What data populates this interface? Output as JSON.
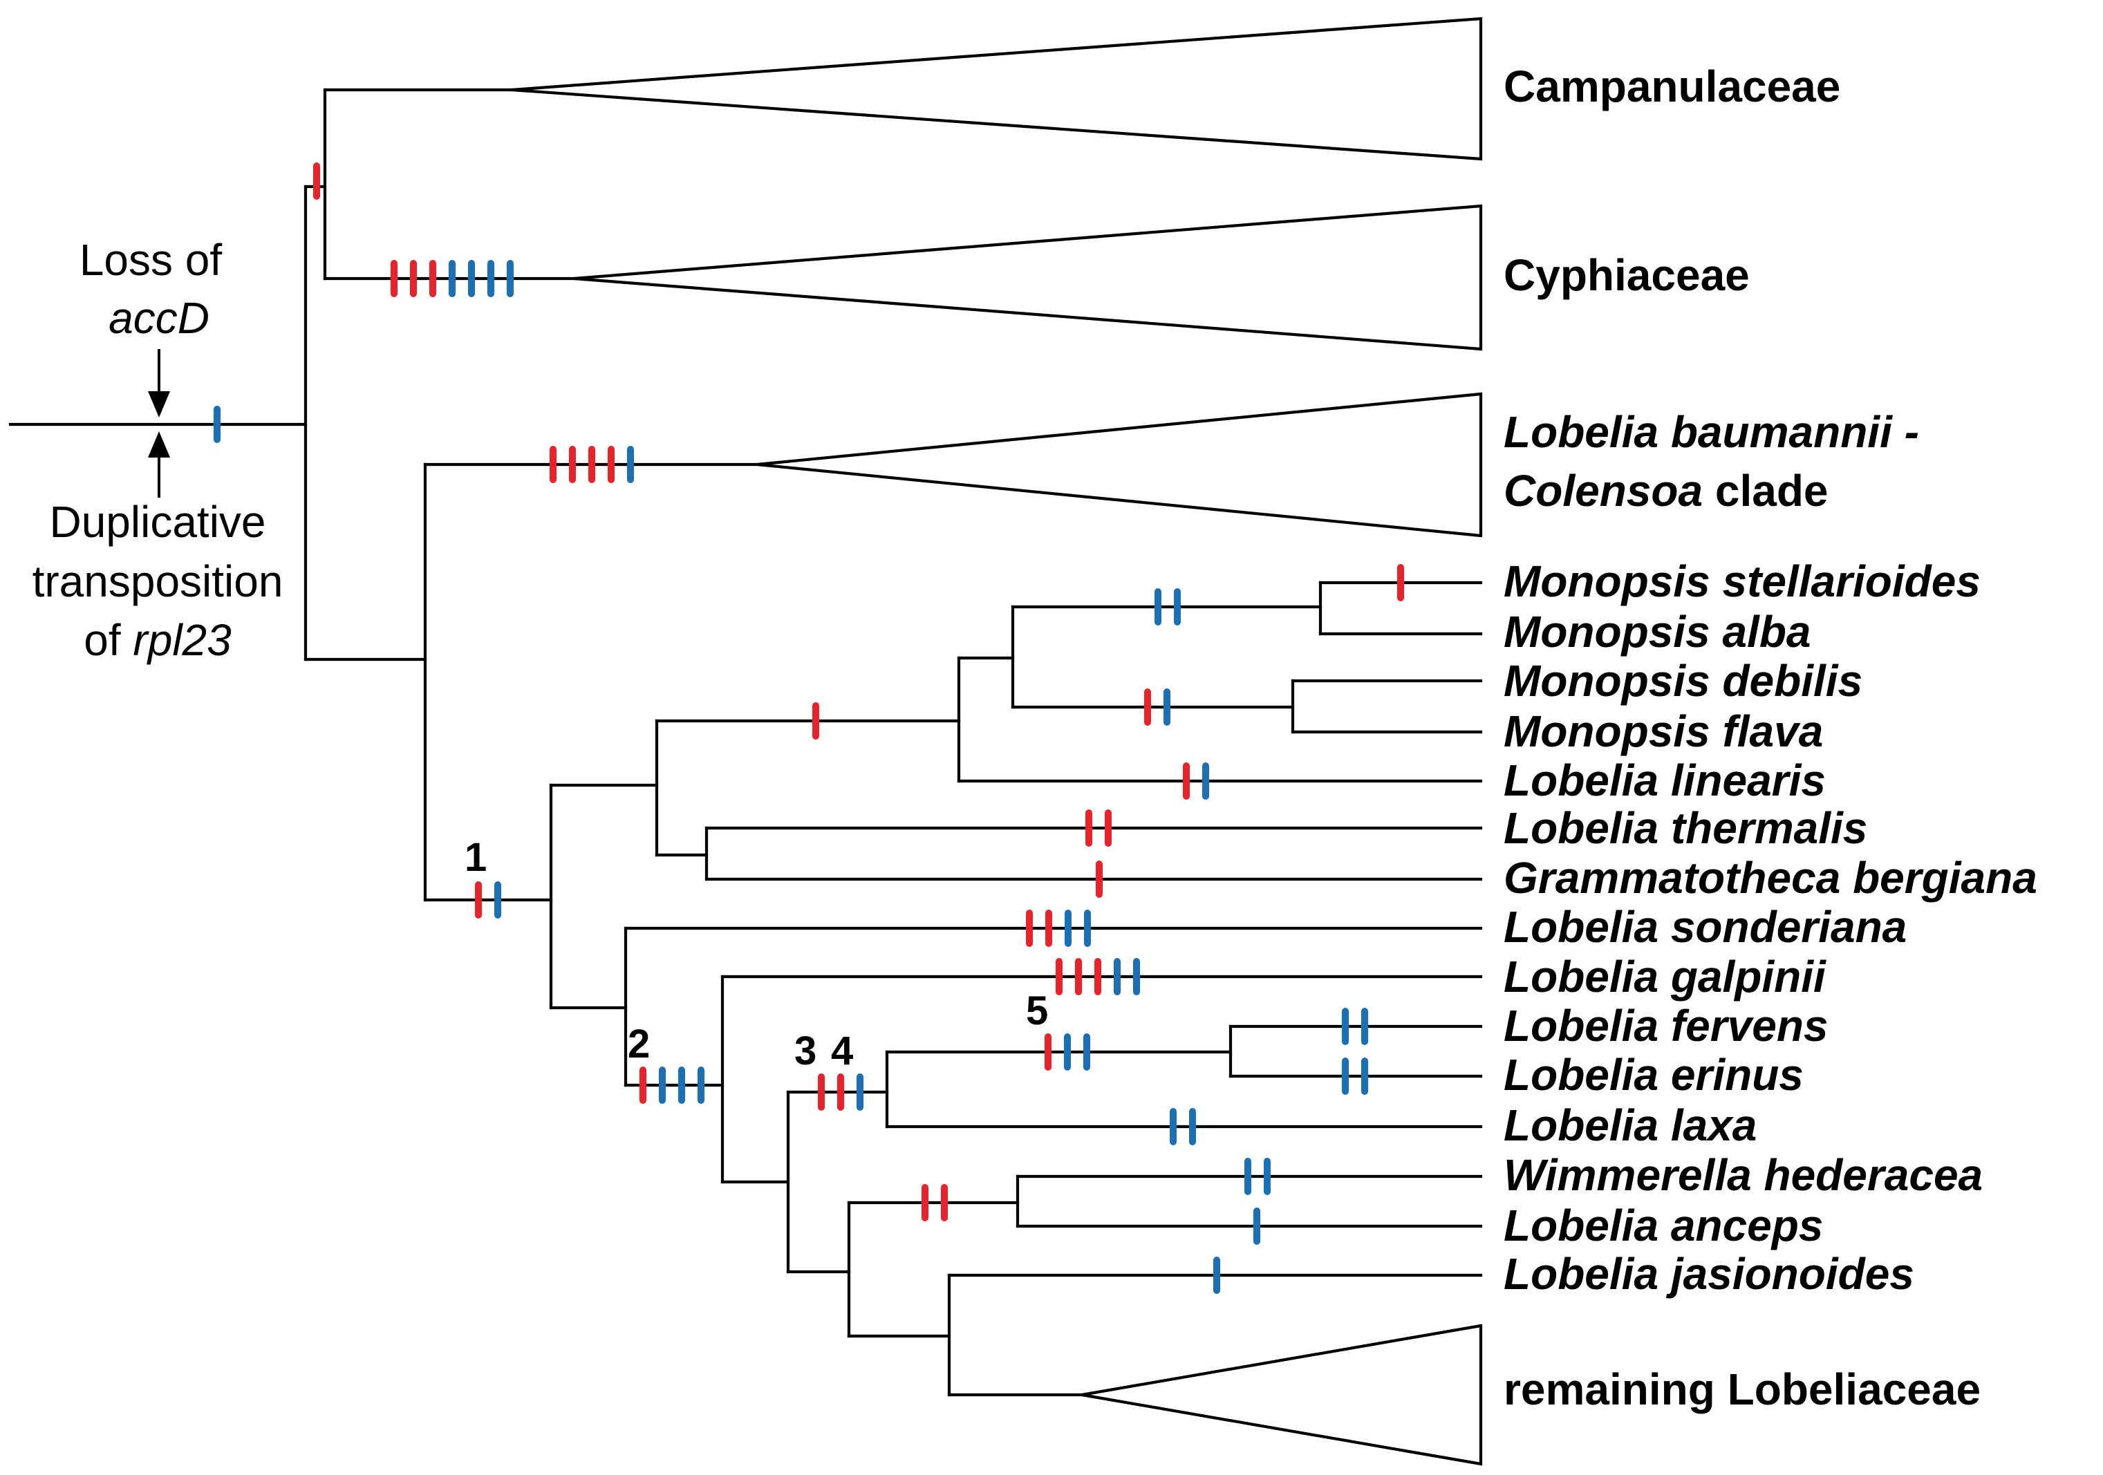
{
  "colors": {
    "red": "#e8232b",
    "blue": "#1a6fb5",
    "line": "#000000"
  },
  "clades": {
    "campanulaceae": "Campanulaceae",
    "cyphiaceae": "Cyphiaceae",
    "baumannii_line1": "Lobelia baumannii -",
    "colensoa_italic": "Colensoa",
    "colensoa_plain": " clade",
    "remaining": "remaining Lobeliaceae"
  },
  "taxa": [
    "Monopsis stellarioides",
    "Monopsis alba",
    "Monopsis debilis",
    "Monopsis flava",
    "Lobelia linearis",
    "Lobelia thermalis",
    "Grammatotheca bergiana",
    "Lobelia sonderiana",
    "Lobelia galpinii",
    "Lobelia fervens",
    "Lobelia erinus",
    "Lobelia laxa",
    "Wimmerella hederacea",
    "Lobelia anceps",
    "Lobelia jasionoides"
  ],
  "annotations": {
    "loss_line1": "Loss of",
    "loss_gene": "accD",
    "dup_line1": "Duplicative",
    "dup_line2": "transposition",
    "dup_prefix": "of ",
    "dup_gene": "rpl23"
  },
  "node_labels": [
    "1",
    "2",
    "3",
    "4",
    "5"
  ],
  "legend_hint": {
    "red": "red tick",
    "blue": "blue tick"
  }
}
